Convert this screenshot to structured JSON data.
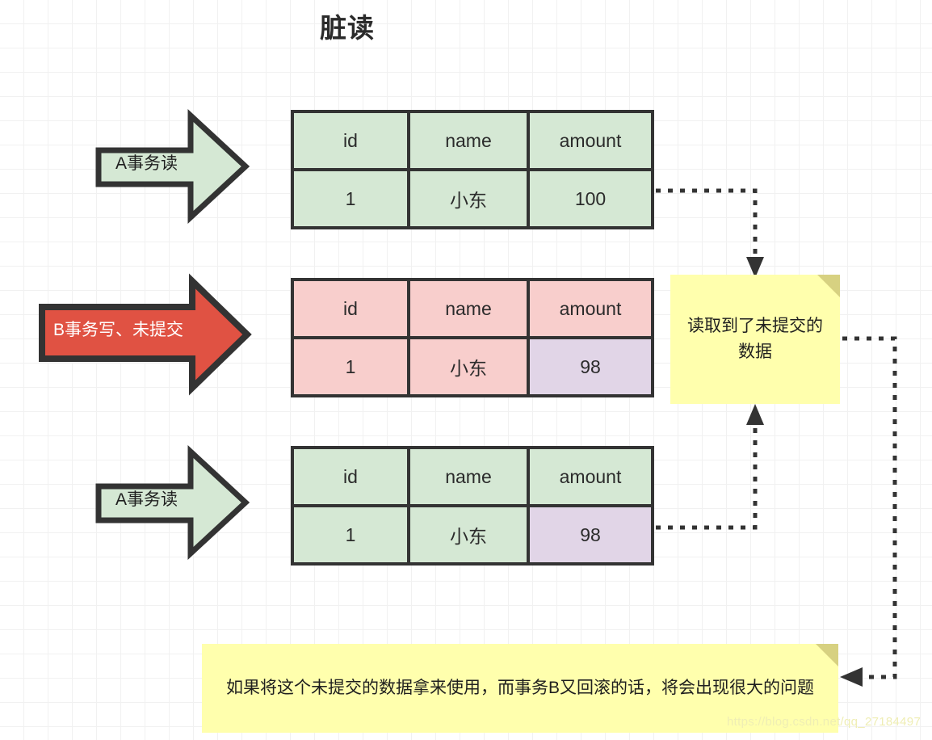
{
  "title": "脏读",
  "watermark": "https://blog.csdn.net/qq_27184497",
  "columns": {
    "id": "id",
    "name": "name",
    "amount": "amount"
  },
  "tables": [
    {
      "name": "table-a-read-before",
      "headers": [
        "id",
        "name",
        "amount"
      ],
      "row": [
        "1",
        "小东",
        "100"
      ],
      "header_color": "#d5e8d4",
      "row_colors": [
        "#d5e8d4",
        "#d5e8d4",
        "#d5e8d4"
      ]
    },
    {
      "name": "table-b-write-uncommitted",
      "headers": [
        "id",
        "name",
        "amount"
      ],
      "row": [
        "1",
        "小东",
        "98"
      ],
      "header_color": "#f8cecc",
      "row_colors": [
        "#f8cecc",
        "#f8cecc",
        "#e1d5e7"
      ]
    },
    {
      "name": "table-a-read-after",
      "headers": [
        "id",
        "name",
        "amount"
      ],
      "row": [
        "1",
        "小东",
        "98"
      ],
      "header_color": "#d5e8d4",
      "row_colors": [
        "#d5e8d4",
        "#d5e8d4",
        "#e1d5e7"
      ]
    }
  ],
  "arrows": [
    {
      "label": "A事务读",
      "fill": "#d5e8d4",
      "stroke": "#333333",
      "text_color": "#1f1f1f"
    },
    {
      "label": "B事务写、未提交",
      "fill": "#e05243",
      "stroke": "#333333",
      "text_color": "#ffffff"
    },
    {
      "label": "A事务读",
      "fill": "#d5e8d4",
      "stroke": "#333333",
      "text_color": "#1f1f1f"
    }
  ],
  "notes": [
    {
      "name": "note-read-uncommitted",
      "text": "读取到了未提交的数据",
      "fill": "#ffffad",
      "fold": "#d7d181"
    },
    {
      "name": "note-rollback-problem",
      "text": "如果将这个未提交的数据拿来使用，而事务B又回滚的话，将会出现很大的问题",
      "fill": "#ffffad",
      "fold": "#d7d181"
    }
  ],
  "connectors": [
    {
      "name": "connector-table1-to-note",
      "from": "table-a-read-before",
      "to": "note-read-uncommitted",
      "style": "dotted",
      "color": "#333333"
    },
    {
      "name": "connector-table3-to-note",
      "from": "table-a-read-after",
      "to": "note-read-uncommitted",
      "style": "dotted",
      "color": "#333333"
    },
    {
      "name": "connector-note-to-bottom-note",
      "from": "note-read-uncommitted",
      "to": "note-rollback-problem",
      "style": "dotted",
      "color": "#333333"
    }
  ],
  "colors": {
    "grid": "#f1f1f1",
    "table_border": "#333333",
    "text": "#2b2b2b"
  }
}
